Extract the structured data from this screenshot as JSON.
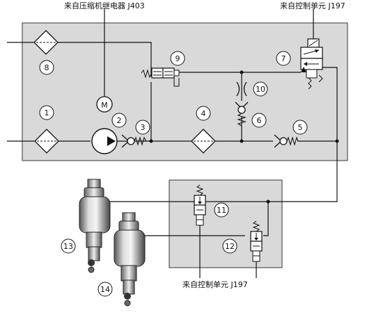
{
  "labels": {
    "top_left": "来自压缩机继电器 J403",
    "top_right": "来自控制单元 J197",
    "bottom": "来自控制单元 J197"
  },
  "callouts": [
    "1",
    "2",
    "3",
    "4",
    "5",
    "6",
    "7",
    "8",
    "9",
    "10",
    "11",
    "12",
    "13",
    "14"
  ],
  "motor_letter": "M"
}
